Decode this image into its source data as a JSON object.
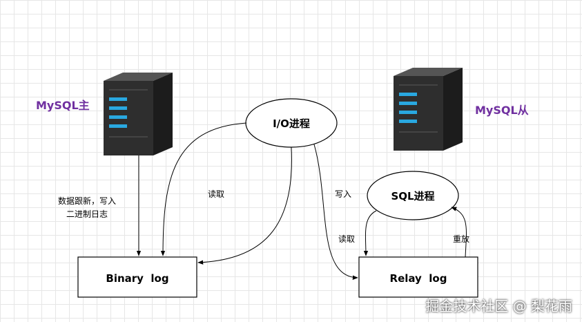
{
  "nodes": {
    "master_label": "MySQL主",
    "slave_label": "MySQL从",
    "io_process": "I/O进程",
    "sql_process": "SQL进程",
    "binary_log": "Binary  log",
    "relay_log": "Relay  log"
  },
  "edges": {
    "master_write_line1": "数据跟新，写入",
    "master_write_line2": "二进制日志",
    "io_read": "读取",
    "io_write": "写入",
    "sql_read": "读取",
    "sql_replay": "重放"
  },
  "watermark": "掘金技术社区 @ 梨花雨",
  "colors": {
    "label_purple": "#7030a0",
    "server_body": "#2b2b2b",
    "server_led": "#29a8e0"
  },
  "icons": [
    "server-icon",
    "server-icon"
  ]
}
